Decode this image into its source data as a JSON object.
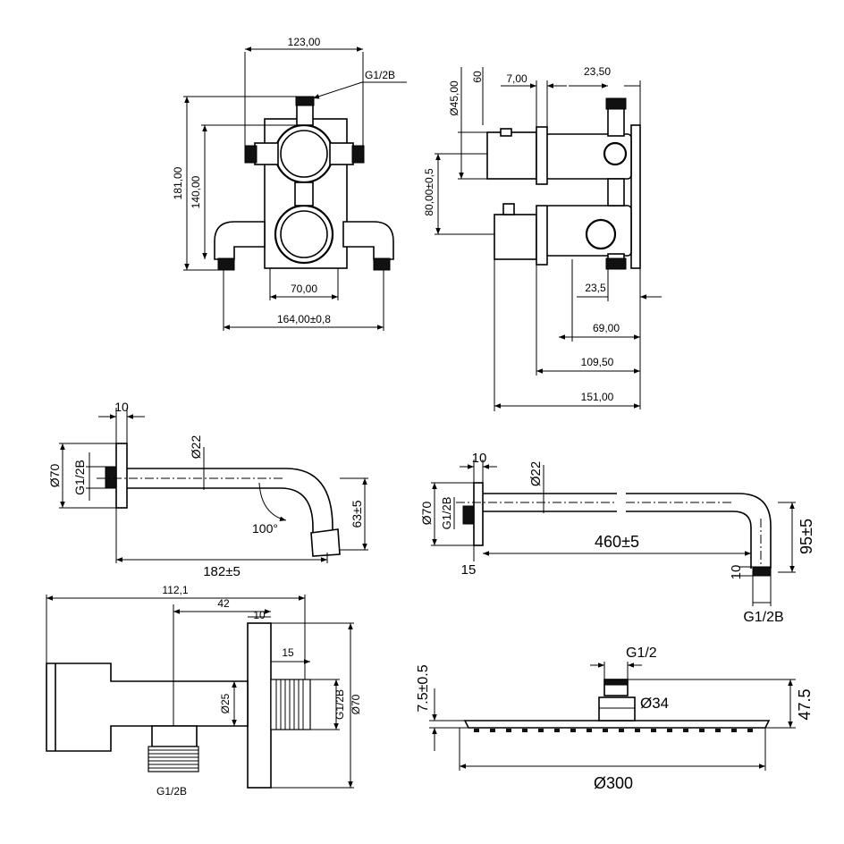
{
  "views": {
    "mixer_front": {
      "dim_width_top": "123,00",
      "thread_label": "G1/2B",
      "dim_height_outer": "181,00",
      "dim_height_inner": "140,00",
      "dim_center_spacing": "70,00",
      "dim_width_bottom": "164,00±0,8"
    },
    "mixer_side": {
      "dim_diameter": "Ø45,00",
      "dim_60": "60",
      "dim_7": "7,00",
      "dim_23_50": "23,50",
      "dim_vertical": "80,00±0,5",
      "dim_23_5": "23,5",
      "dim_69": "69,00",
      "dim_109": "109,50",
      "dim_151": "151,00"
    },
    "spout": {
      "dim_10": "10",
      "dim_diam70": "Ø70",
      "thread": "G1/2B",
      "dim_diam22": "Ø22",
      "angle": "100°",
      "dim_height": "63±5",
      "dim_length": "182±5"
    },
    "shower_arm": {
      "dim_10_top": "10",
      "dim_diam70": "Ø70",
      "thread_left": "G1/2B",
      "dim_diam22": "Ø22",
      "dim_length": "460±5",
      "dim_15": "15",
      "dim_height": "95±5",
      "dim_10_bottom": "10",
      "thread_bottom": "G1/2B"
    },
    "wall_outlet": {
      "dim_total": "112,1",
      "dim_42": "42",
      "dim_10": "10",
      "dim_15": "15",
      "dim_diam25": "Ø25",
      "thread_right": "G1/2B",
      "dim_diam70": "Ø70",
      "thread_bottom": "G1/2B"
    },
    "shower_head": {
      "thread": "G1/2",
      "dim_diam34": "Ø34",
      "dim_7_5": "7.5±0.5",
      "dim_47_5": "47.5",
      "dim_diam300": "Ø300"
    }
  }
}
